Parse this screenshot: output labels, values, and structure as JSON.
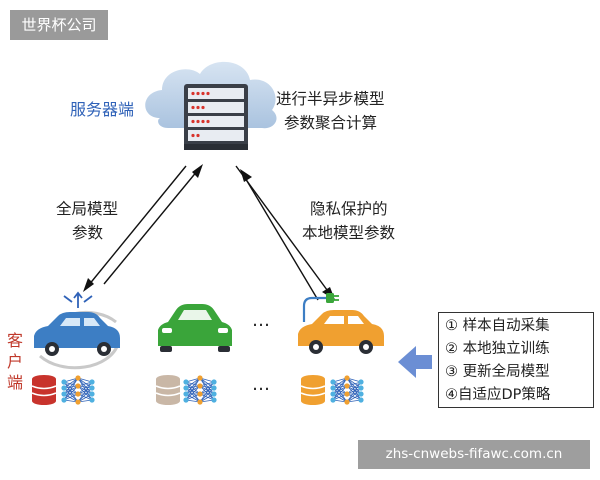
{
  "watermark": {
    "badge": "世界杯公司",
    "footer": "zhs-cnwebs-fifawc.com.cn"
  },
  "server": {
    "label": "服务器端",
    "task_lines": [
      "进行半异步模型",
      "参数聚合计算"
    ]
  },
  "arrows": {
    "left_label_lines": [
      "全局模型",
      "参数"
    ],
    "right_label_lines": [
      "隐私保护的",
      "本地模型参数"
    ]
  },
  "client": {
    "label_chars": [
      "客",
      "户",
      "端"
    ],
    "ellipsis": "…"
  },
  "steps": [
    "① 样本自动采集",
    "② 本地独立训练",
    "③ 更新全局模型",
    "④自适应DP策略"
  ],
  "colors": {
    "server_blue": "#2f62b8",
    "client_red": "#c0392b",
    "car_blue": "#3d7ec4",
    "car_green": "#3aa53a",
    "car_orange": "#f0a030",
    "db_red": "#c8332c",
    "db_gray": "#c9b7a6",
    "db_orange": "#f0a030",
    "big_arrow": "#6b8ed4"
  }
}
